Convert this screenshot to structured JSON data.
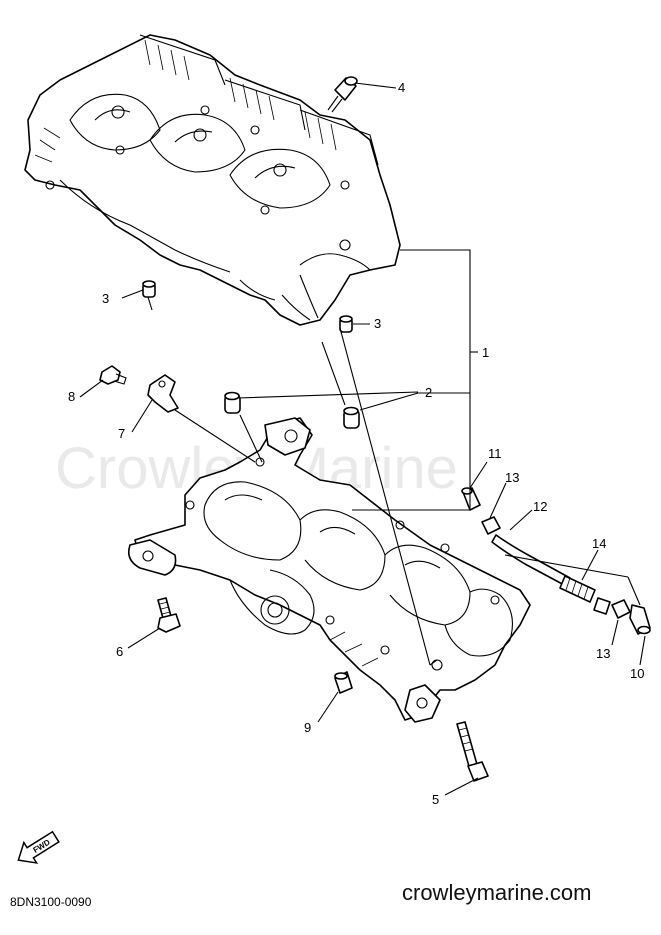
{
  "watermark": "Crowley Marine",
  "site": "crowleymarine.com",
  "diagram_code": "8DN3100-0090",
  "fwd_label": "FWD",
  "callouts": {
    "c1": "1",
    "c2": "2",
    "c3a": "3",
    "c3b": "3",
    "c4": "4",
    "c5": "5",
    "c6": "6",
    "c7": "7",
    "c8": "8",
    "c9": "9",
    "c10": "10",
    "c11": "11",
    "c12": "12",
    "c13a": "13",
    "c13b": "13",
    "c14": "14"
  }
}
